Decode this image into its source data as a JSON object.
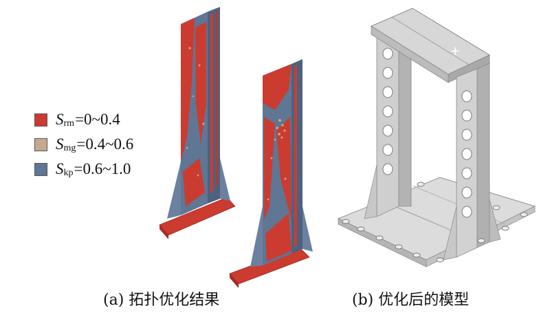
{
  "legend": [
    {
      "symbol": "S",
      "subscript": "rm",
      "range": "=0~0.4",
      "color": "#cc3b30"
    },
    {
      "symbol": "S",
      "subscript": "mg",
      "range": "=0.4~0.6",
      "color": "#c6a98e"
    },
    {
      "symbol": "S",
      "subscript": "kp",
      "range": "=0.6~1.0",
      "color": "#5f7694"
    }
  ],
  "captions": {
    "a": "(a) 拓扑优化结果",
    "b": "(b) 优化后的模型"
  },
  "colors": {
    "red": "#cc3b30",
    "blue": "#5f7694",
    "tan": "#c6a98e",
    "model_light": "#e4e4e4",
    "model_mid": "#c9c9c9",
    "model_dark": "#a7a7a7"
  },
  "crosshair_glyph": "+"
}
